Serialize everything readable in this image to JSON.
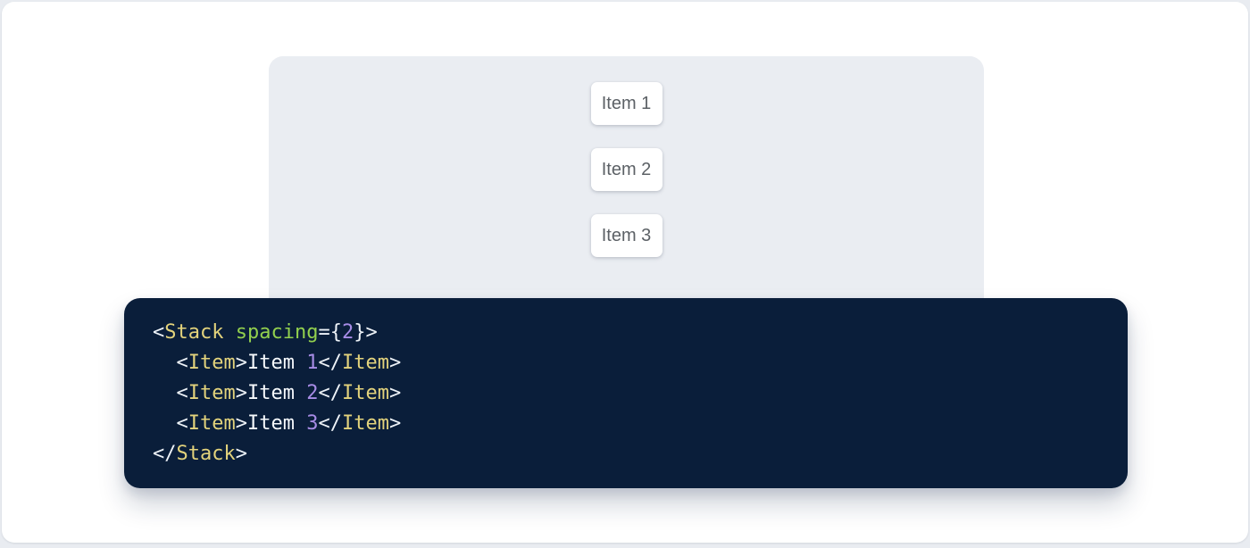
{
  "colors": {
    "page_bg": "#e9ecf1",
    "card_bg": "#ffffff",
    "panel_bg": "#eaedf2",
    "item_text": "#5c6166",
    "code_bg": "#0a1e3a",
    "tok_tag": "#e3d37c",
    "tok_attr": "#92d04e",
    "tok_num": "#a78ce6",
    "tok_punc": "#eef3f8",
    "tok_plain": "#f6f9fc"
  },
  "demo": {
    "items": [
      {
        "label": "Item 1"
      },
      {
        "label": "Item 2"
      },
      {
        "label": "Item 3"
      }
    ]
  },
  "code": {
    "language": "jsx",
    "lines": [
      {
        "tokens": [
          {
            "c": "punc",
            "v": "<"
          },
          {
            "c": "tag",
            "v": "Stack"
          },
          {
            "c": "plain",
            "v": " "
          },
          {
            "c": "attr",
            "v": "spacing"
          },
          {
            "c": "punc",
            "v": "="
          },
          {
            "c": "punc",
            "v": "{"
          },
          {
            "c": "num",
            "v": "2"
          },
          {
            "c": "punc",
            "v": "}"
          },
          {
            "c": "punc",
            "v": ">"
          }
        ]
      },
      {
        "tokens": [
          {
            "c": "plain",
            "v": "  "
          },
          {
            "c": "punc",
            "v": "<"
          },
          {
            "c": "tag",
            "v": "Item"
          },
          {
            "c": "punc",
            "v": ">"
          },
          {
            "c": "plain",
            "v": "Item "
          },
          {
            "c": "num",
            "v": "1"
          },
          {
            "c": "punc",
            "v": "</"
          },
          {
            "c": "tag",
            "v": "Item"
          },
          {
            "c": "punc",
            "v": ">"
          }
        ]
      },
      {
        "tokens": [
          {
            "c": "plain",
            "v": "  "
          },
          {
            "c": "punc",
            "v": "<"
          },
          {
            "c": "tag",
            "v": "Item"
          },
          {
            "c": "punc",
            "v": ">"
          },
          {
            "c": "plain",
            "v": "Item "
          },
          {
            "c": "num",
            "v": "2"
          },
          {
            "c": "punc",
            "v": "</"
          },
          {
            "c": "tag",
            "v": "Item"
          },
          {
            "c": "punc",
            "v": ">"
          }
        ]
      },
      {
        "tokens": [
          {
            "c": "plain",
            "v": "  "
          },
          {
            "c": "punc",
            "v": "<"
          },
          {
            "c": "tag",
            "v": "Item"
          },
          {
            "c": "punc",
            "v": ">"
          },
          {
            "c": "plain",
            "v": "Item "
          },
          {
            "c": "num",
            "v": "3"
          },
          {
            "c": "punc",
            "v": "</"
          },
          {
            "c": "tag",
            "v": "Item"
          },
          {
            "c": "punc",
            "v": ">"
          }
        ]
      },
      {
        "tokens": [
          {
            "c": "punc",
            "v": "</"
          },
          {
            "c": "tag",
            "v": "Stack"
          },
          {
            "c": "punc",
            "v": ">"
          }
        ]
      }
    ]
  }
}
